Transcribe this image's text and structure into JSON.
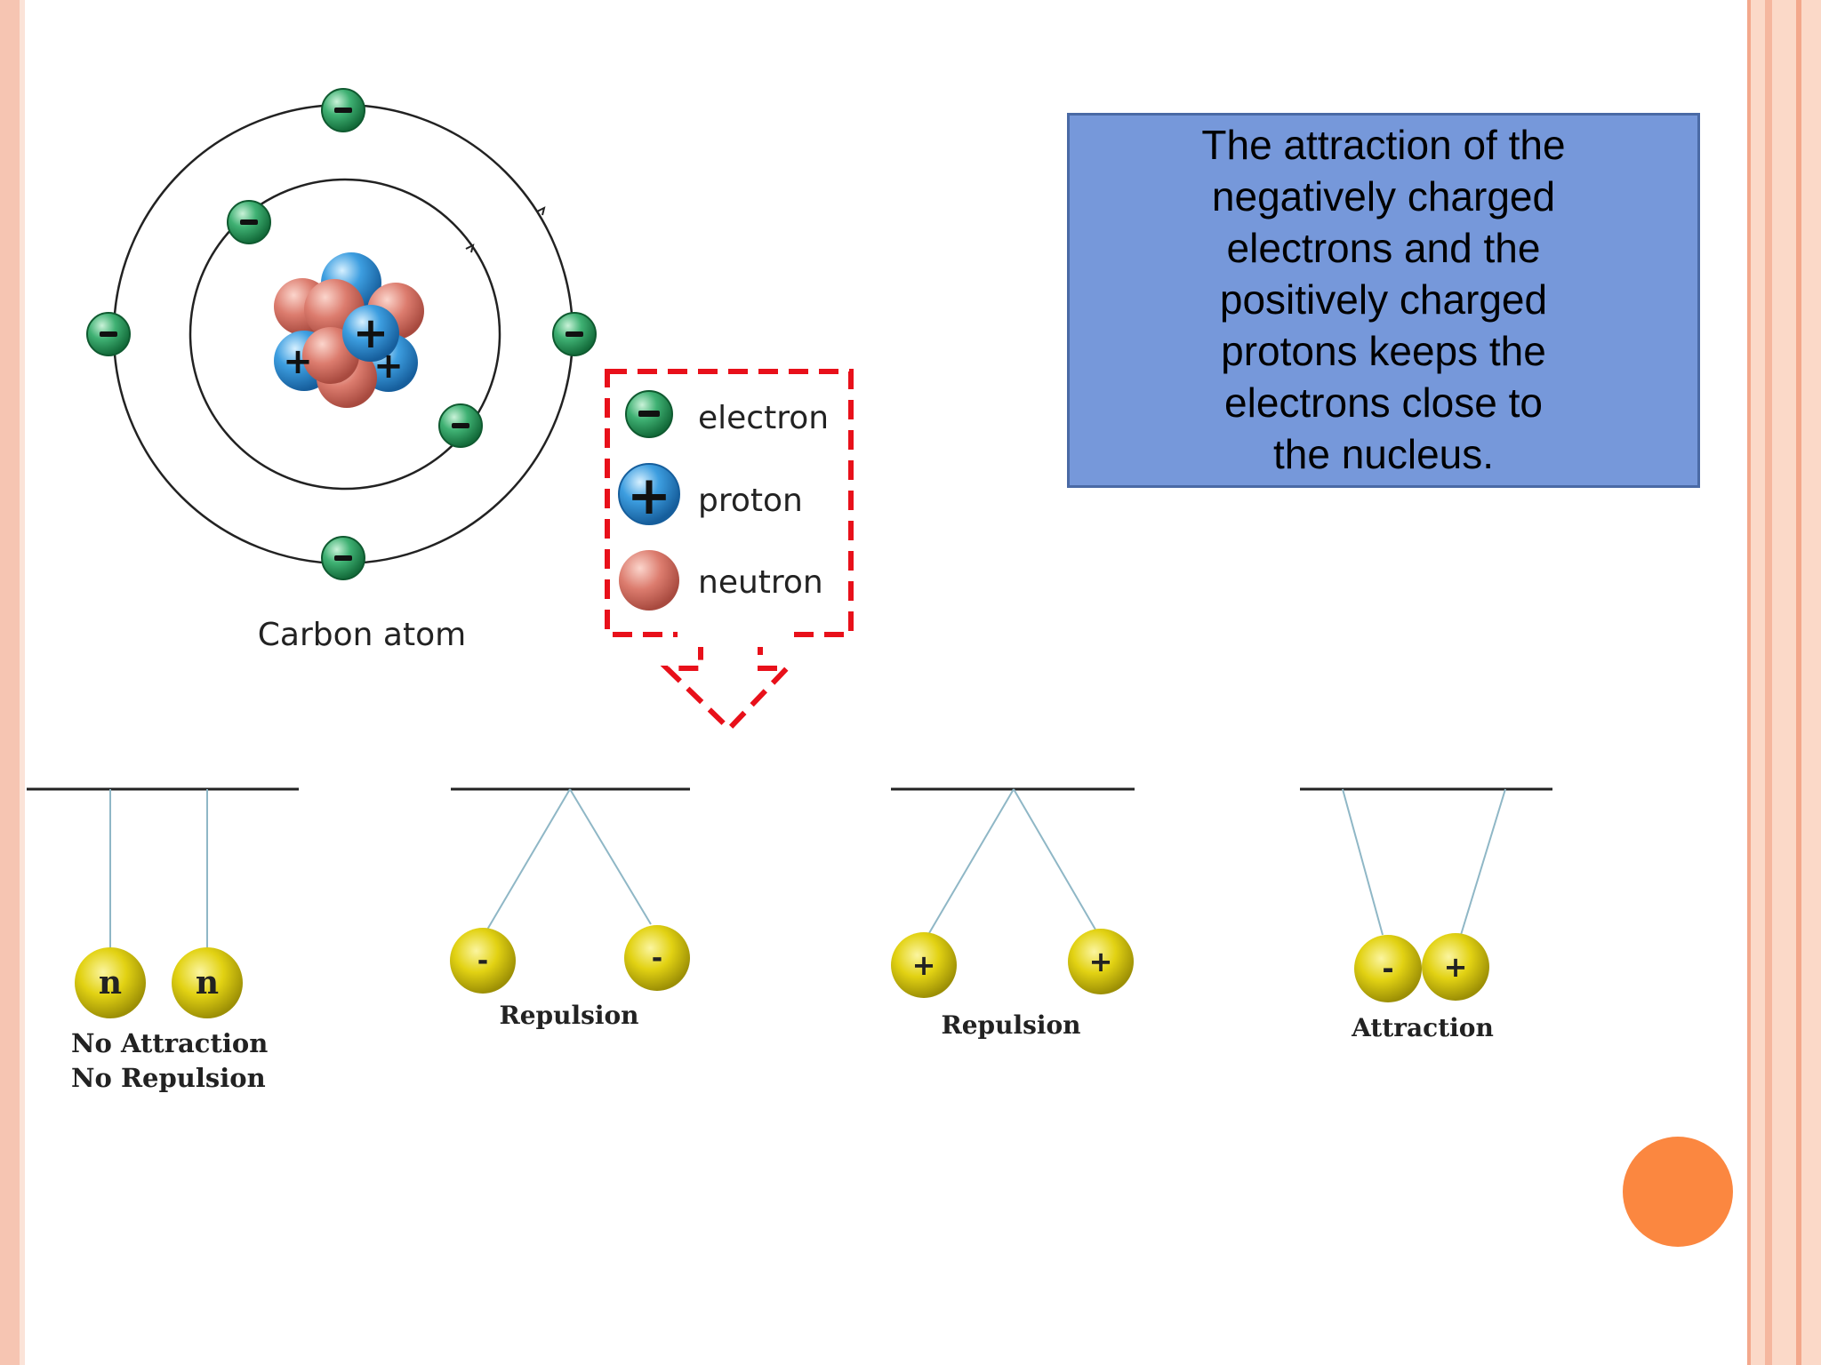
{
  "atom": {
    "caption": "Carbon atom"
  },
  "legend": {
    "items": [
      {
        "label": "electron",
        "symbol": "−"
      },
      {
        "label": "proton",
        "symbol": "+"
      },
      {
        "label": "neutron",
        "symbol": ""
      }
    ]
  },
  "info_box": {
    "text": "The attraction of the\nnegatively charged\nelectrons and the\npositively charged\nprotons keeps the\nelectrons close to\nthe nucleus."
  },
  "pendulums": [
    {
      "charges": [
        "n",
        "n"
      ],
      "caption_lines": [
        "No Attraction",
        "No Repulsion"
      ]
    },
    {
      "charges": [
        "-",
        "-"
      ],
      "caption_lines": [
        "Repulsion"
      ]
    },
    {
      "charges": [
        "+",
        "+"
      ],
      "caption_lines": [
        "Repulsion"
      ]
    },
    {
      "charges": [
        "-",
        "+"
      ],
      "caption_lines": [
        "Attraction"
      ]
    }
  ],
  "colors": {
    "electron": "#2e9e5e",
    "proton": "#2f8fd0",
    "neutron": "#d9776a",
    "legend_border": "#e8101a",
    "ball": "#e3d415",
    "accent_circle": "#fb8740"
  }
}
